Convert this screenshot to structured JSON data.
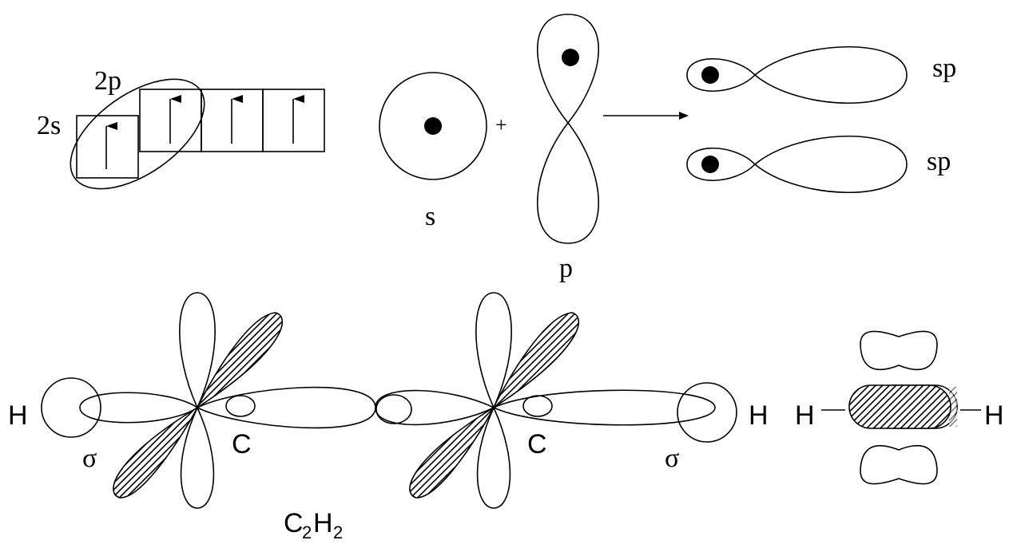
{
  "top": {
    "label_2s": "2s",
    "label_2p": "2p",
    "label_s": "s",
    "label_plus": "+",
    "label_p": "p",
    "label_sp_1": "sp",
    "label_sp_2": "sp"
  },
  "bottom": {
    "label_h_left": "H",
    "label_h_right": "H",
    "label_c_left": "C",
    "label_c_right": "C",
    "label_sigma_left": "σ",
    "label_sigma_right": "σ",
    "formula_c": "C",
    "formula_sub_2a": "2",
    "formula_h": "H",
    "formula_sub_2b": "2",
    "side_h_left": "H",
    "side_h_right": "H"
  }
}
